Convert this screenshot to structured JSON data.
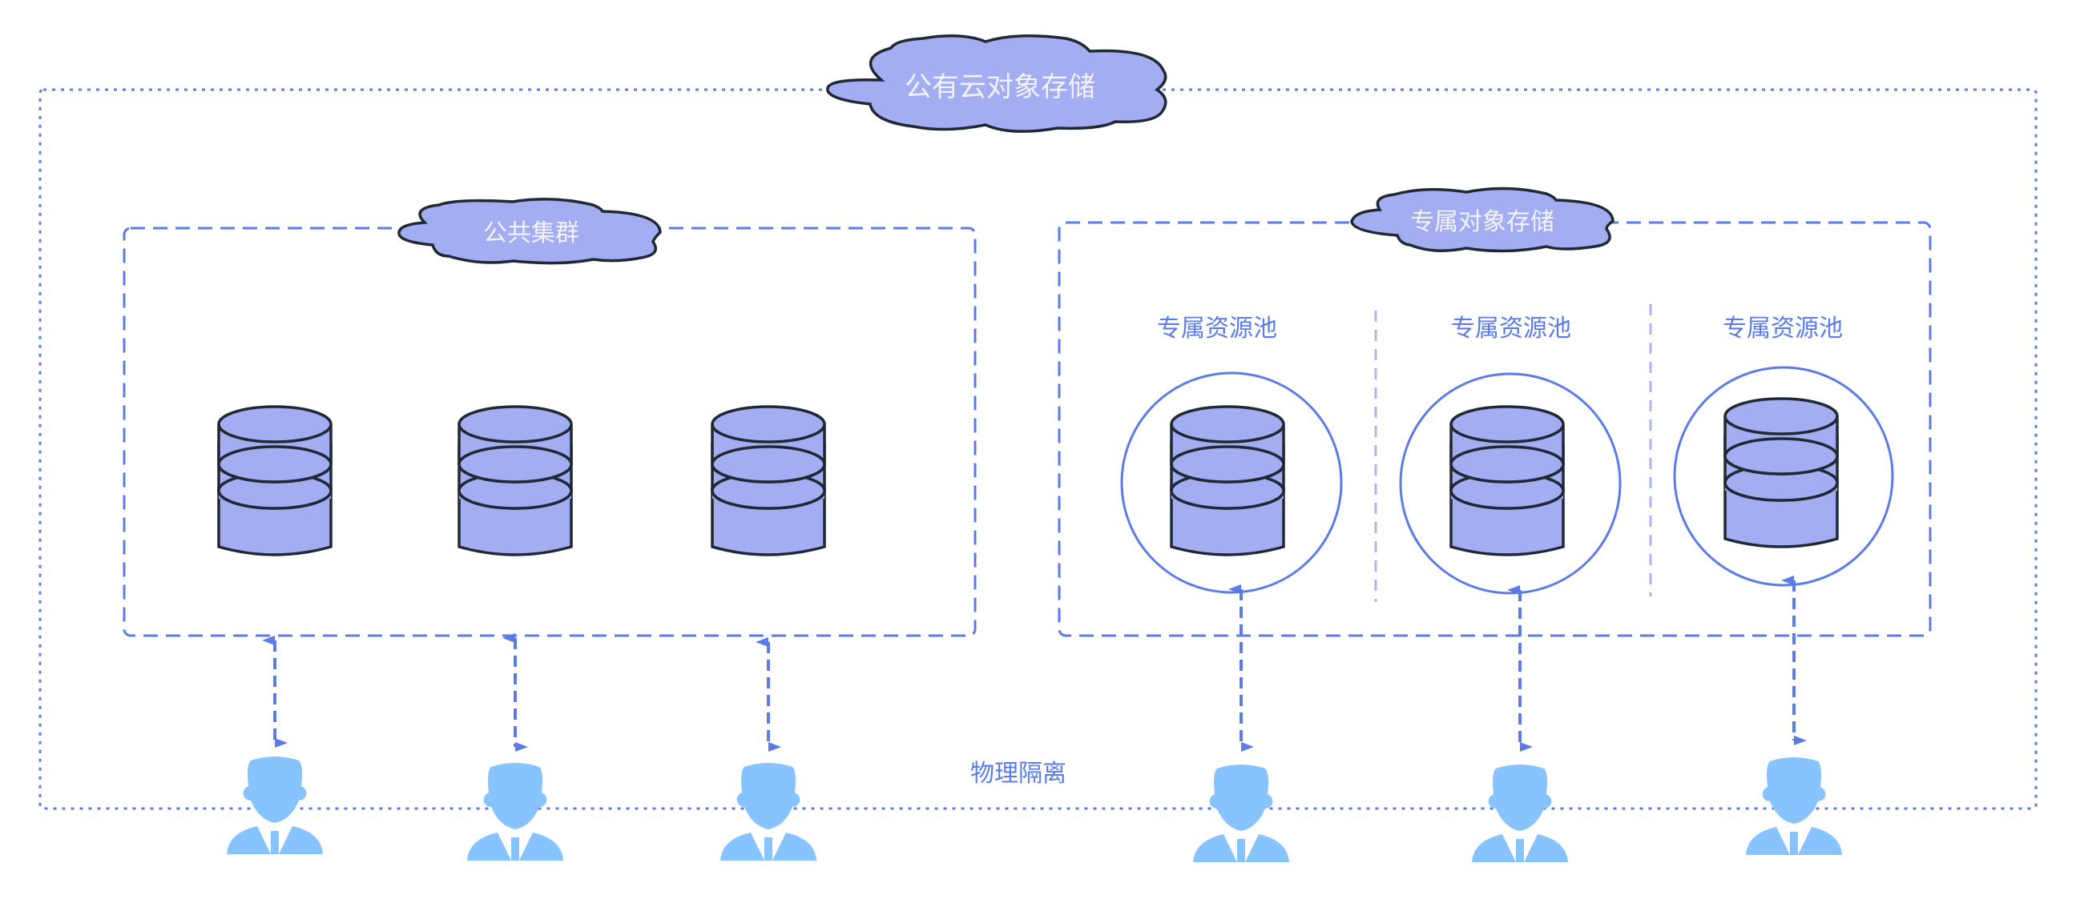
{
  "diagram": {
    "title": "公有云对象存储",
    "isolation_label": "物理隔离",
    "colors": {
      "line_blue": "#5b7be8",
      "divider_blue": "#a9b6f2",
      "cloud_fill": "#a3aef2",
      "db_fill": "#a3aef2",
      "outline_dark": "#1f2833",
      "user_fill": "#86c3ff"
    },
    "public_cluster": {
      "label": "公共集群",
      "databases": [
        {
          "name": "db-1"
        },
        {
          "name": "db-2"
        },
        {
          "name": "db-3"
        }
      ],
      "users": [
        {
          "name": "user-1"
        },
        {
          "name": "user-2"
        },
        {
          "name": "user-3"
        }
      ]
    },
    "dedicated_storage": {
      "label": "专属对象存储",
      "pools": [
        {
          "label": "专属资源池"
        },
        {
          "label": "专属资源池"
        },
        {
          "label": "专属资源池"
        }
      ],
      "users": [
        {
          "name": "user-4"
        },
        {
          "name": "user-5"
        },
        {
          "name": "user-6"
        }
      ]
    }
  }
}
